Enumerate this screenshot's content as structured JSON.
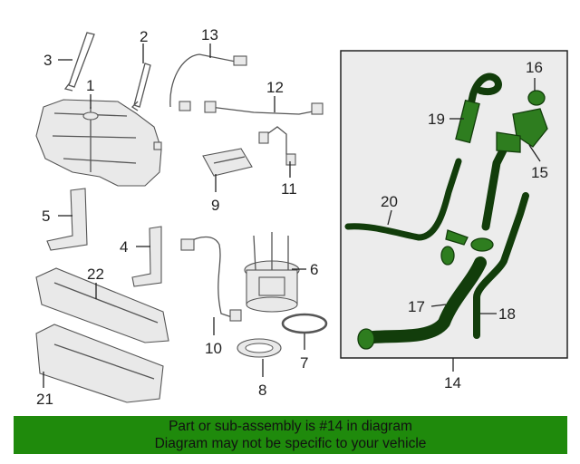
{
  "callouts": {
    "c1": "1",
    "c2": "2",
    "c3": "3",
    "c4": "4",
    "c5": "5",
    "c6": "6",
    "c7": "7",
    "c8": "8",
    "c9": "9",
    "c10": "10",
    "c11": "11",
    "c12": "12",
    "c13": "13",
    "c14": "14",
    "c15": "15",
    "c16": "16",
    "c17": "17",
    "c18": "18",
    "c19": "19",
    "c20": "20",
    "c21": "21",
    "c22": "22"
  },
  "footer": {
    "line1": "Part or sub-assembly is #14 in diagram",
    "line2": "Diagram may not be specific to your vehicle"
  },
  "colors": {
    "highlight_part": "#2e7d1f",
    "footer_background": "#1f8a0c",
    "part_outline": "#555555",
    "text": "#222222"
  }
}
